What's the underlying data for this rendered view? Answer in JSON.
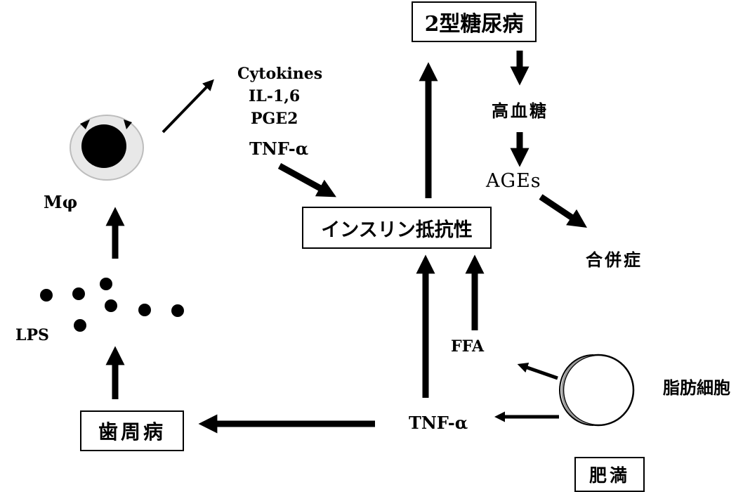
{
  "boxes": {
    "diabetes": "2型糖尿病",
    "insulin_resistance": "インスリン抵抗性",
    "periodontitis": "歯周病",
    "obesity": "肥満"
  },
  "labels": {
    "cytokines": "Cytokines",
    "il": "IL-1,6",
    "pge2": "PGE2",
    "tnf_alpha_top": "TNF-α",
    "macrophage": "Mφ",
    "lps": "LPS",
    "hyperglycemia": "高血糖",
    "ages": "AGEs",
    "complications": "合併症",
    "ffa": "FFA",
    "tnf_alpha_bottom": "TNF-α",
    "adipocyte": "脂肪細胞"
  },
  "colors": {
    "ink": "#000000",
    "cell_body": "#e8e8e8"
  }
}
